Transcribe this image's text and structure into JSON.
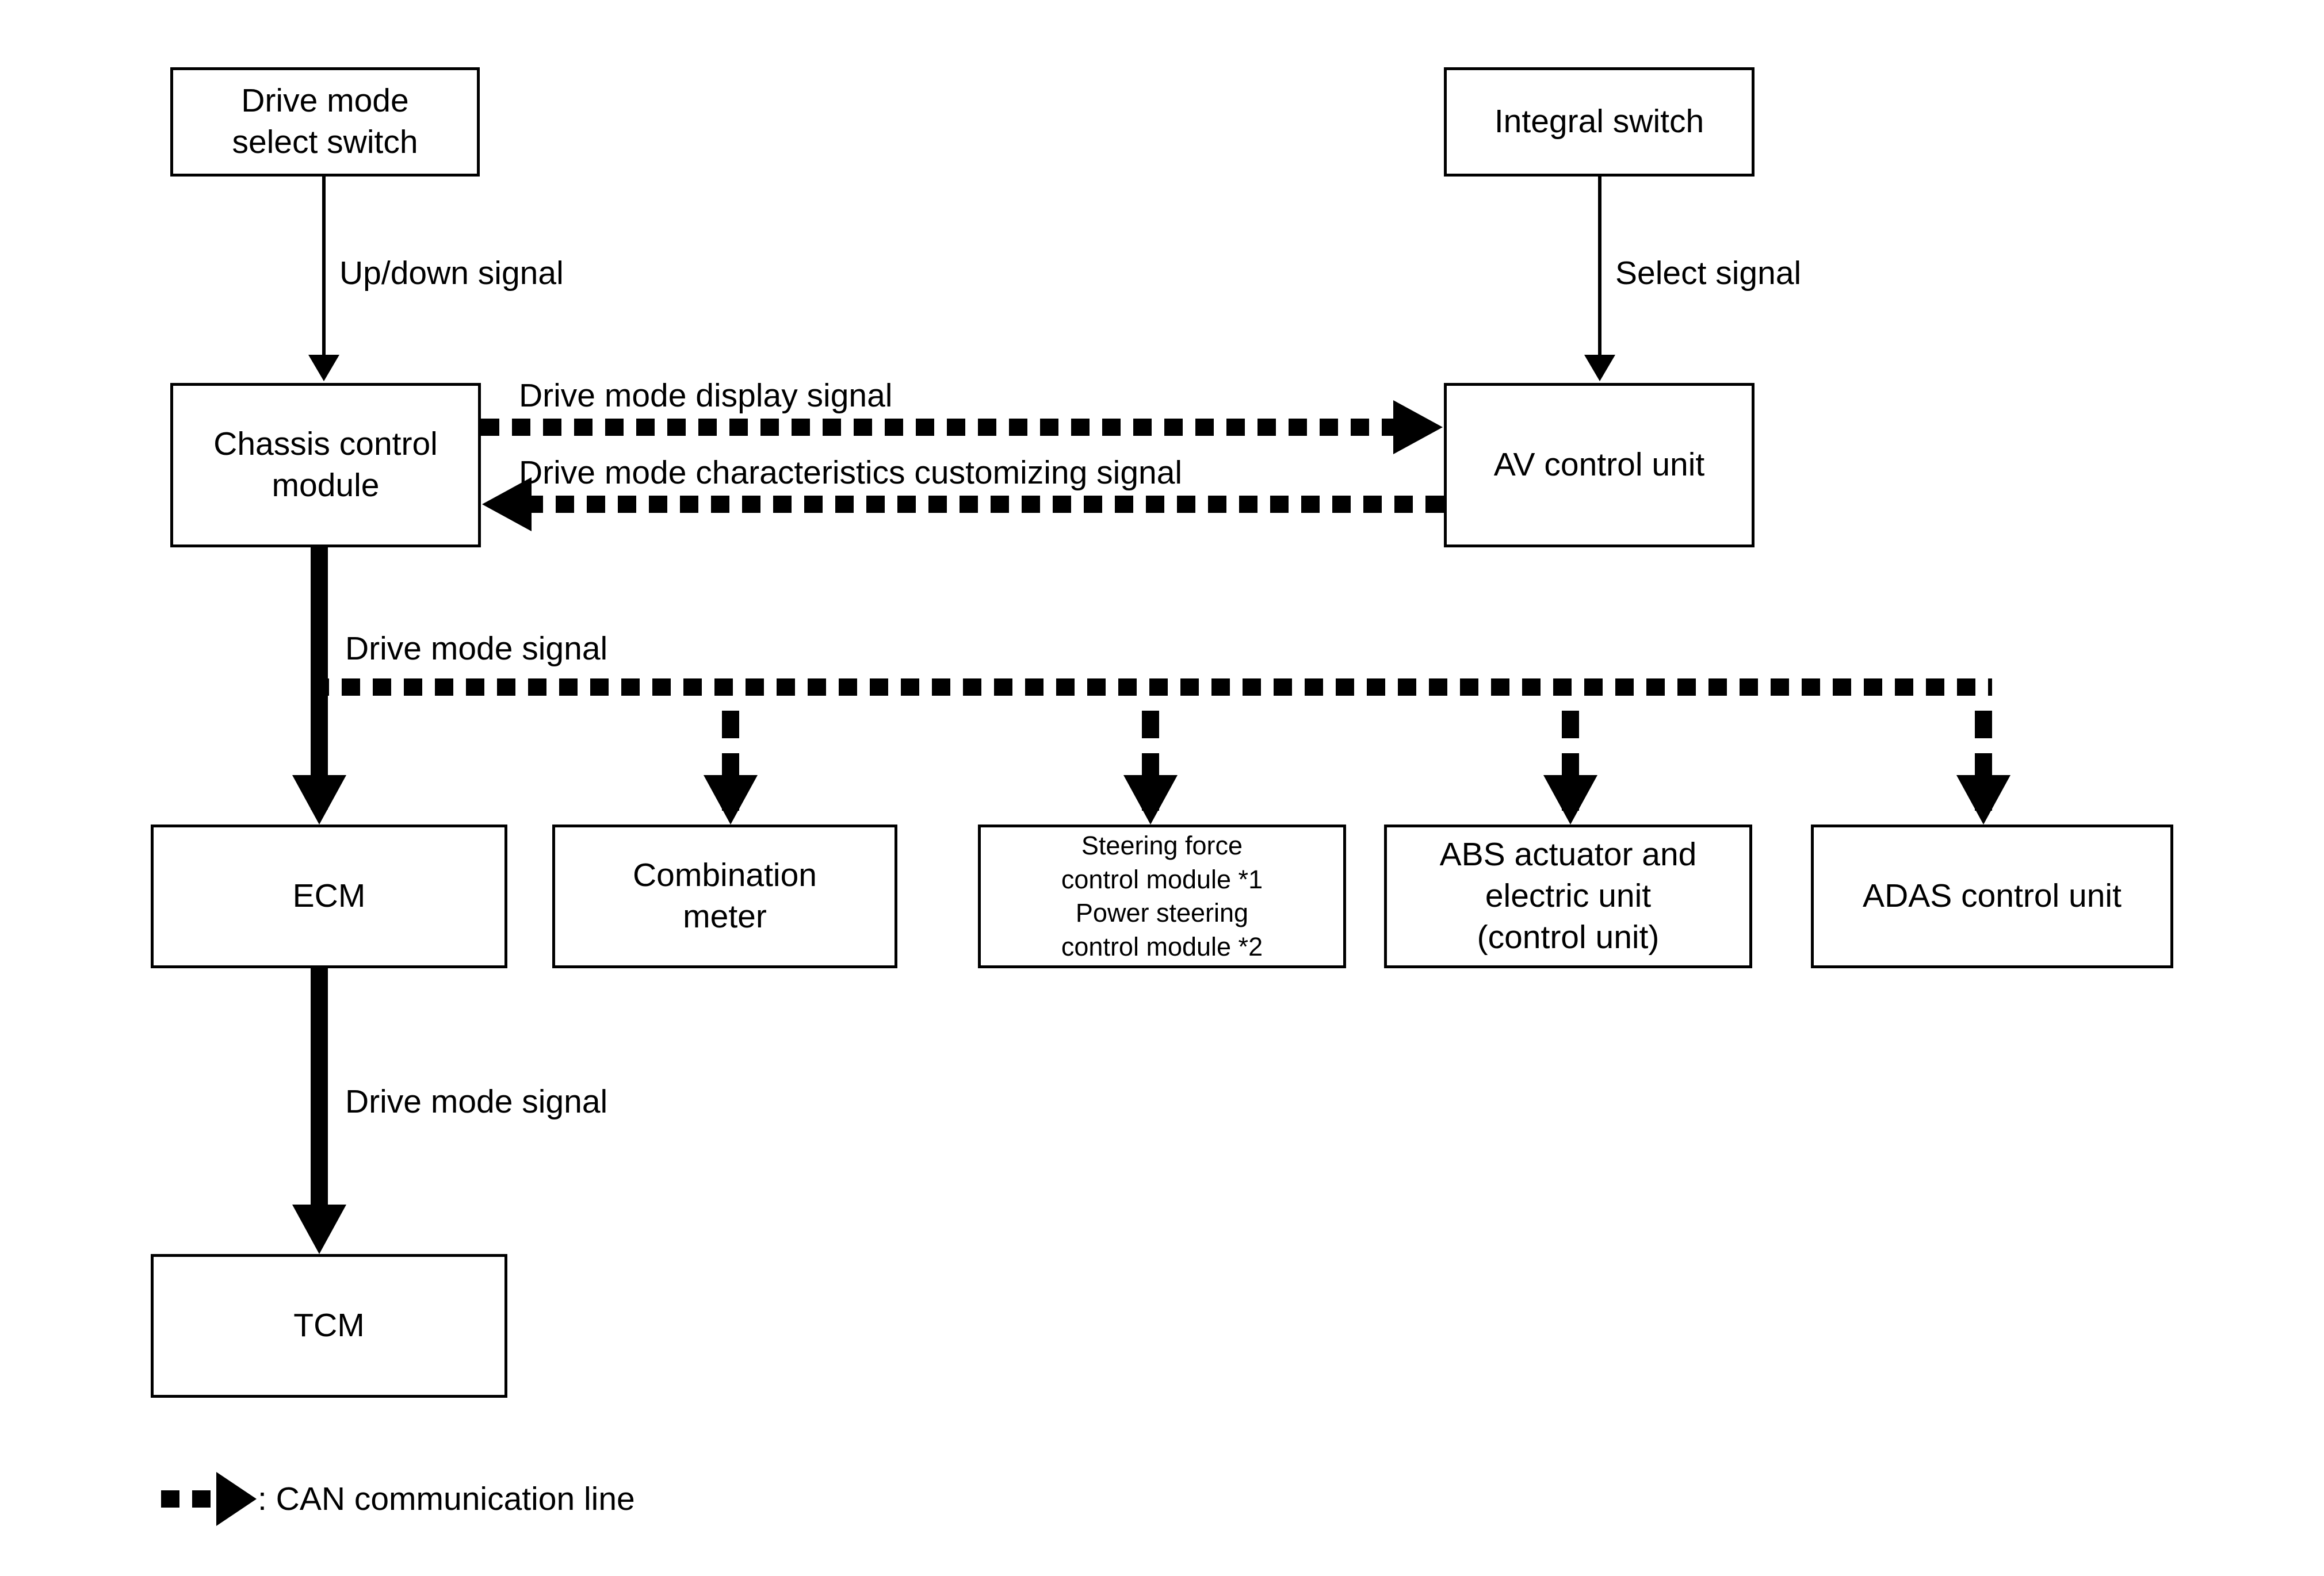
{
  "diagram": {
    "title": "Drive mode system CAN communication block diagram",
    "accent_color": "#000000",
    "background_color": "#ffffff"
  },
  "nodes": {
    "drive_mode_select_switch": "Drive mode\nselect switch",
    "integral_switch": "Integral switch",
    "chassis_control_module": "Chassis control\nmodule",
    "av_control_unit": "AV control unit",
    "ecm": "ECM",
    "combination_meter": "Combination\nmeter",
    "steering_modules": "Steering force\ncontrol module *1\nPower steering\ncontrol module *2",
    "abs_actuator": "ABS actuator and\nelectric unit\n(control unit)",
    "adas_control_unit": "ADAS control unit",
    "tcm": "TCM"
  },
  "edge_labels": {
    "up_down_signal": "Up/down signal",
    "select_signal": "Select signal",
    "drive_mode_display_signal": "Drive mode display signal",
    "drive_mode_characteristics_customizing_signal": "Drive mode characteristics customizing signal",
    "drive_mode_signal_bus": "Drive mode signal",
    "drive_mode_signal_tcm": "Drive mode signal"
  },
  "legend": {
    "label": ": CAN communication line",
    "icon": "can-line-arrow-icon"
  }
}
